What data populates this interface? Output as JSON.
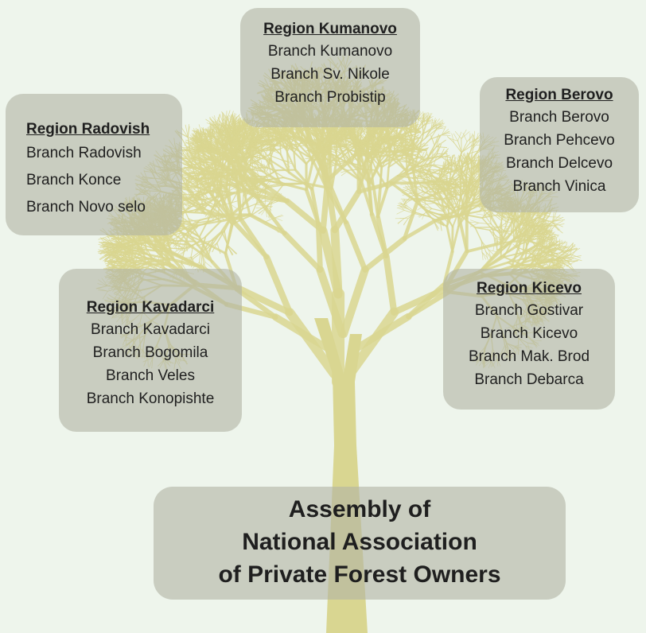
{
  "colors": {
    "background": "#eef5ec",
    "tree": "#d9d691",
    "box": "#b2b4a5",
    "text": "#1f1f1f"
  },
  "regions": {
    "kumanovo": {
      "title": "Region Kumanovo",
      "branches": [
        "Branch Kumanovo",
        "Branch Sv. Nikole",
        "Branch Probistip"
      ]
    },
    "berovo": {
      "title": "Region Berovo",
      "branches": [
        "Branch Berovo",
        "Branch Pehcevo",
        "Branch Delcevo",
        "Branch Vinica"
      ]
    },
    "radovish": {
      "title": "Region Radovish",
      "branches": [
        "Branch Radovish",
        "Branch Konce",
        "Branch Novo selo"
      ]
    },
    "kavadarci": {
      "title": "Region Kavadarci",
      "branches": [
        "Branch Kavadarci",
        "Branch Bogomila",
        "Branch Veles",
        "Branch Konopishte"
      ]
    },
    "kicevo": {
      "title": "Region Kicevo",
      "branches": [
        "Branch Gostivar",
        "Branch Kicevo",
        "Branch Mak. Brod",
        "Branch Debarca"
      ]
    }
  },
  "assembly": {
    "lines": [
      "Assembly of",
      "National Association",
      "of Private Forest Owners"
    ]
  }
}
